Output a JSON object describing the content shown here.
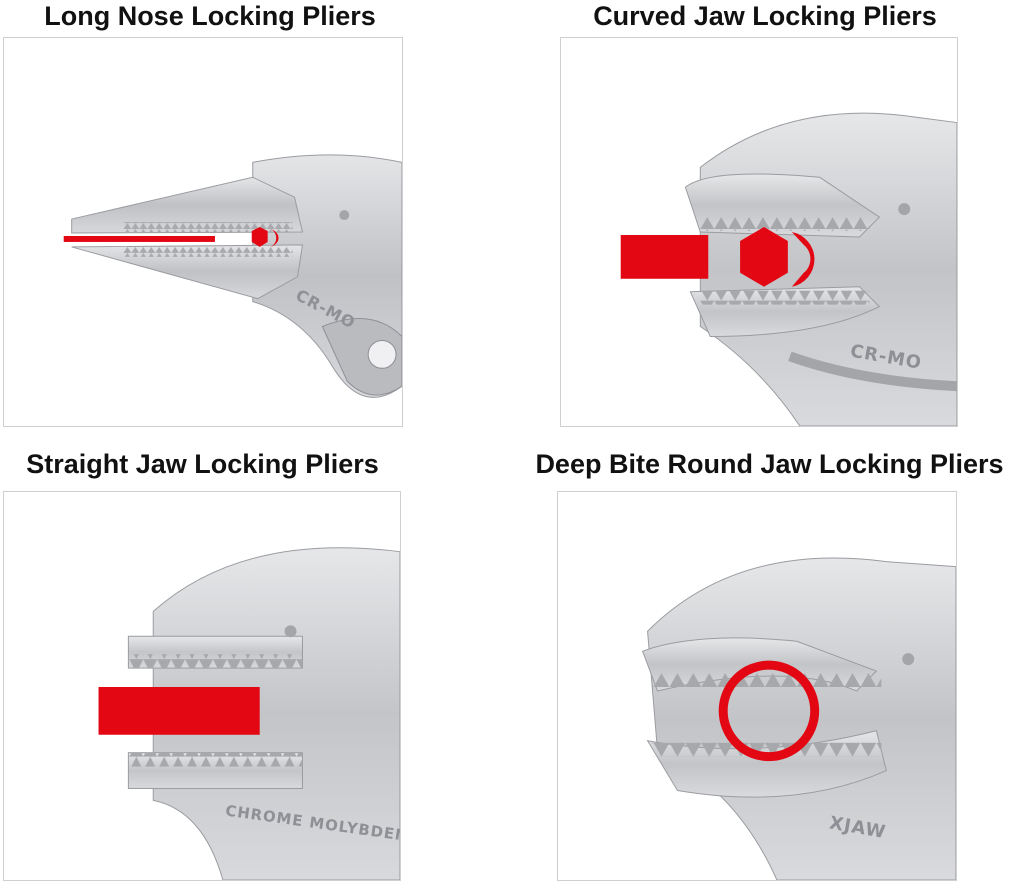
{
  "panels": [
    {
      "title": "Long Nose Locking Pliers",
      "stamp": "CR-MO"
    },
    {
      "title": "Curved Jaw Locking Pliers",
      "stamp": "CR-MO"
    },
    {
      "title": "Straight Jaw Locking Pliers",
      "stamp": "CHROME MOLYBDEN"
    },
    {
      "title": "Deep Bite Round Jaw Locking Pliers",
      "stamp": "XJAW"
    }
  ],
  "colors": {
    "accent": "#e30613",
    "metal": "#c9cbce",
    "metal_dark": "#8e9096",
    "border": "#cfcfcf"
  },
  "icons": [
    "hexagon-icon",
    "round-bar-icon",
    "flat-bar-icon",
    "ring-icon"
  ]
}
